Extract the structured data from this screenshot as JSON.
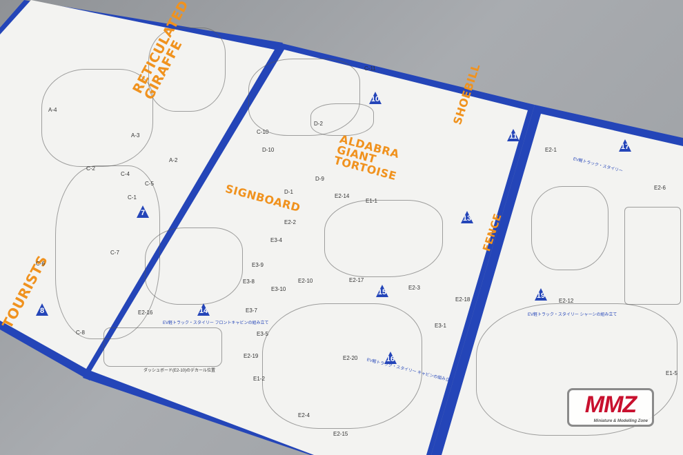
{
  "pages": {
    "left": {
      "titles": [
        "RETICULATED\nGIRAFFE",
        "TOURISTS"
      ],
      "steps": [
        "7",
        "8"
      ],
      "parts": [
        "A-4",
        "A-3",
        "A-2",
        "C-2",
        "C-4",
        "C-5",
        "C-1",
        "C-7",
        "C-6",
        "C-8"
      ]
    },
    "middle": {
      "titles": [
        "SIGNBOARD",
        "ALDABRA\nGIANT\nTORTOISE",
        "SHOEBILL",
        "FENCE"
      ],
      "steps": [
        "10",
        "11",
        "13",
        "14",
        "15",
        "16"
      ],
      "parts": [
        "C-11",
        "C-10",
        "D-2",
        "D-10",
        "D-9",
        "D-1",
        "E2-14",
        "E1-1",
        "E2-2",
        "E3-4",
        "E3-9",
        "E3-8",
        "E2-10",
        "E3-10",
        "E2-17",
        "E2-3",
        "E2-18",
        "E3-7",
        "E3-1",
        "E2-16",
        "E3-5",
        "E2-19",
        "E2-20",
        "E1-2",
        "E2-4",
        "E2-15"
      ],
      "captions": [
        "EV軽トラック・スタイリー フロントキャビンの組み立て",
        "EV軽トラック・スタイリー キャビンの組み立て",
        "ダッシュボード(E2-10)のデカール位置"
      ]
    },
    "right": {
      "steps": [
        "17",
        "19"
      ],
      "parts": [
        "E2-1",
        "E2-6",
        "E2-12",
        "E1-5"
      ],
      "captions": [
        "EV軽トラック・スタイリー",
        "EV軽トラック・スタイリー シャーシの組み立て"
      ]
    }
  },
  "watermark": {
    "logo": "MMZ",
    "subtitle": "Miniature & Modelling Zone"
  },
  "colors": {
    "accent_orange": "#f0921e",
    "border_blue": "#2445b8",
    "logo_red": "#c8102e"
  }
}
